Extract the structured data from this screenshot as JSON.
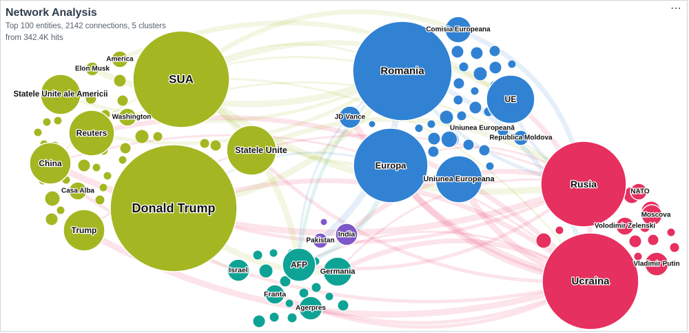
{
  "header": {
    "title": "Network Analysis",
    "subtitle_line1": "Top 100 entities, 2142 connections, 5 clusters",
    "subtitle_line2": "from 342.4K hits"
  },
  "menu_icon": "more-dots-icon",
  "colors": {
    "green": "#a4b722",
    "blue": "#3182d2",
    "red": "#e6305f",
    "teal": "#0fa396",
    "purple": "#7e58c9"
  },
  "network": {
    "nodes": [
      {
        "id": "sua",
        "label": "SUA",
        "cluster": "green"
      },
      {
        "id": "donald-trump",
        "label": "Donald Trump",
        "cluster": "green"
      },
      {
        "id": "statele-unite",
        "label": "Statele Unite",
        "cluster": "green"
      },
      {
        "id": "statele-unite-ale-americii",
        "label": "Statele Unite ale Americii",
        "cluster": "green"
      },
      {
        "id": "reuters",
        "label": "Reuters",
        "cluster": "green"
      },
      {
        "id": "china",
        "label": "China",
        "cluster": "green"
      },
      {
        "id": "trump",
        "label": "Trump",
        "cluster": "green"
      },
      {
        "id": "elon-musk",
        "label": "Elon Musk",
        "cluster": "green"
      },
      {
        "id": "america",
        "label": "America",
        "cluster": "green"
      },
      {
        "id": "washington",
        "label": "Washington",
        "cluster": "green"
      },
      {
        "id": "casa-alba",
        "label": "Casa Alba",
        "cluster": "green"
      },
      {
        "id": "romania",
        "label": "Romania",
        "cluster": "blue"
      },
      {
        "id": "europa",
        "label": "Europa",
        "cluster": "blue"
      },
      {
        "id": "ue",
        "label": "UE",
        "cluster": "blue"
      },
      {
        "id": "uniunea-europeana",
        "label": "Uniunea Europeana",
        "cluster": "blue"
      },
      {
        "id": "comisia-europeana",
        "label": "Comisia Europeana",
        "cluster": "blue"
      },
      {
        "id": "jd-vance",
        "label": "JD Vance",
        "cluster": "blue"
      },
      {
        "id": "uniunea-europeana-2",
        "label": "Uniunea Europeană",
        "cluster": "blue"
      },
      {
        "id": "republica-moldova",
        "label": "Republica Moldova",
        "cluster": "blue"
      },
      {
        "id": "rusia",
        "label": "Rusia",
        "cluster": "red"
      },
      {
        "id": "ucraina",
        "label": "Ucraina",
        "cluster": "red"
      },
      {
        "id": "nato",
        "label": "NATO",
        "cluster": "red"
      },
      {
        "id": "moscova",
        "label": "Moscova",
        "cluster": "red"
      },
      {
        "id": "volodimir-zelenski",
        "label": "Volodimir Zelenski",
        "cluster": "red"
      },
      {
        "id": "vladimir-putin",
        "label": "Vladimir Putin",
        "cluster": "red"
      },
      {
        "id": "afp",
        "label": "AFP",
        "cluster": "teal"
      },
      {
        "id": "germania",
        "label": "Germania",
        "cluster": "teal"
      },
      {
        "id": "israel",
        "label": "Israel",
        "cluster": "teal"
      },
      {
        "id": "franta",
        "label": "Franta",
        "cluster": "teal"
      },
      {
        "id": "agerpres",
        "label": "Agerpres",
        "cluster": "teal"
      },
      {
        "id": "india",
        "label": "India",
        "cluster": "purple"
      },
      {
        "id": "pakistan",
        "label": "Pakistan",
        "cluster": "purple"
      }
    ]
  }
}
